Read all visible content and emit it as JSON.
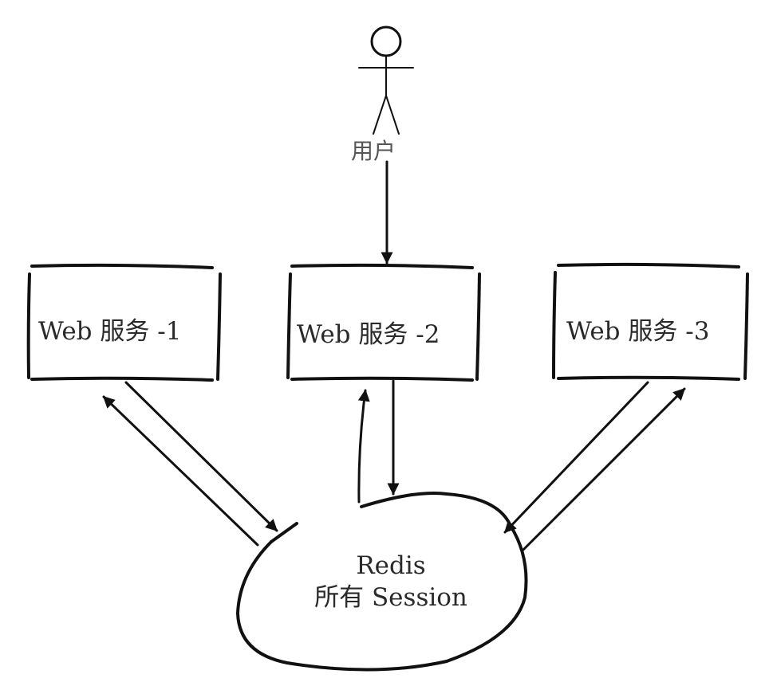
{
  "diagram": {
    "actor": {
      "icon": "stick-figure-icon",
      "label": "用户"
    },
    "servers": [
      {
        "id": "web-1",
        "label": "Web 服务 -1"
      },
      {
        "id": "web-2",
        "label": "Web 服务 -2"
      },
      {
        "id": "web-3",
        "label": "Web 服务 -3"
      }
    ],
    "store": {
      "title": "Redis",
      "subtitle": "所有 Session"
    },
    "connections": [
      {
        "from": "user",
        "to": "web-2",
        "direction": "one-way"
      },
      {
        "from": "web-1",
        "to": "redis",
        "direction": "two-way"
      },
      {
        "from": "web-2",
        "to": "redis",
        "direction": "two-way"
      },
      {
        "from": "web-3",
        "to": "redis",
        "direction": "two-way"
      }
    ]
  }
}
